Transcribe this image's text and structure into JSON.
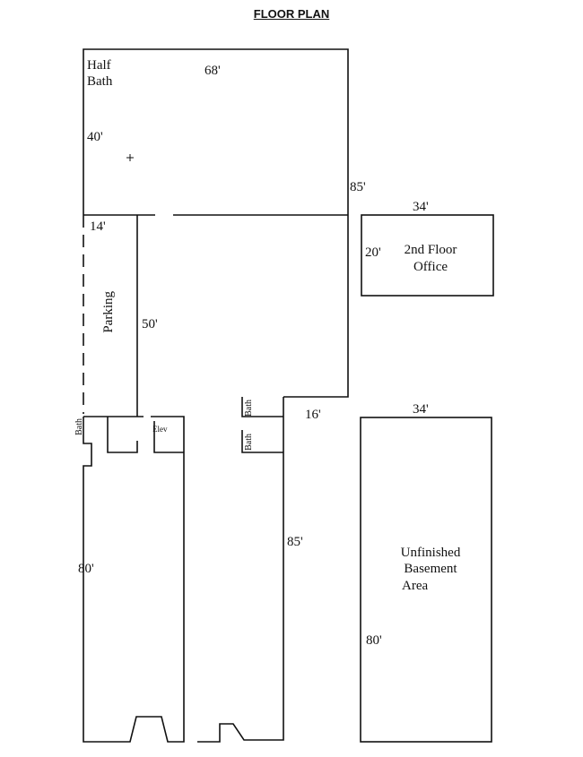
{
  "title": "FLOOR PLAN",
  "main_floor": {
    "room_label_1": "Half",
    "room_label_2": "Bath",
    "width": "68'",
    "depth_left": "40'",
    "depth_right": "85'"
  },
  "parking": {
    "label": "Parking",
    "width": "14'",
    "depth": "50'"
  },
  "office": {
    "line1": "2nd Floor",
    "line2": "Office",
    "width": "34'",
    "depth": "20'"
  },
  "lower_left": {
    "depth": "80'",
    "bath_label": "Bath",
    "elev_label": "Elev"
  },
  "lower_middle": {
    "depth": "85'",
    "width": "16'",
    "bath_label_1": "Bath",
    "bath_label_2": "Bath"
  },
  "basement": {
    "line1": "Unfinished",
    "line2": "Basement",
    "line3": "Area",
    "width": "34'",
    "depth": "80'"
  }
}
